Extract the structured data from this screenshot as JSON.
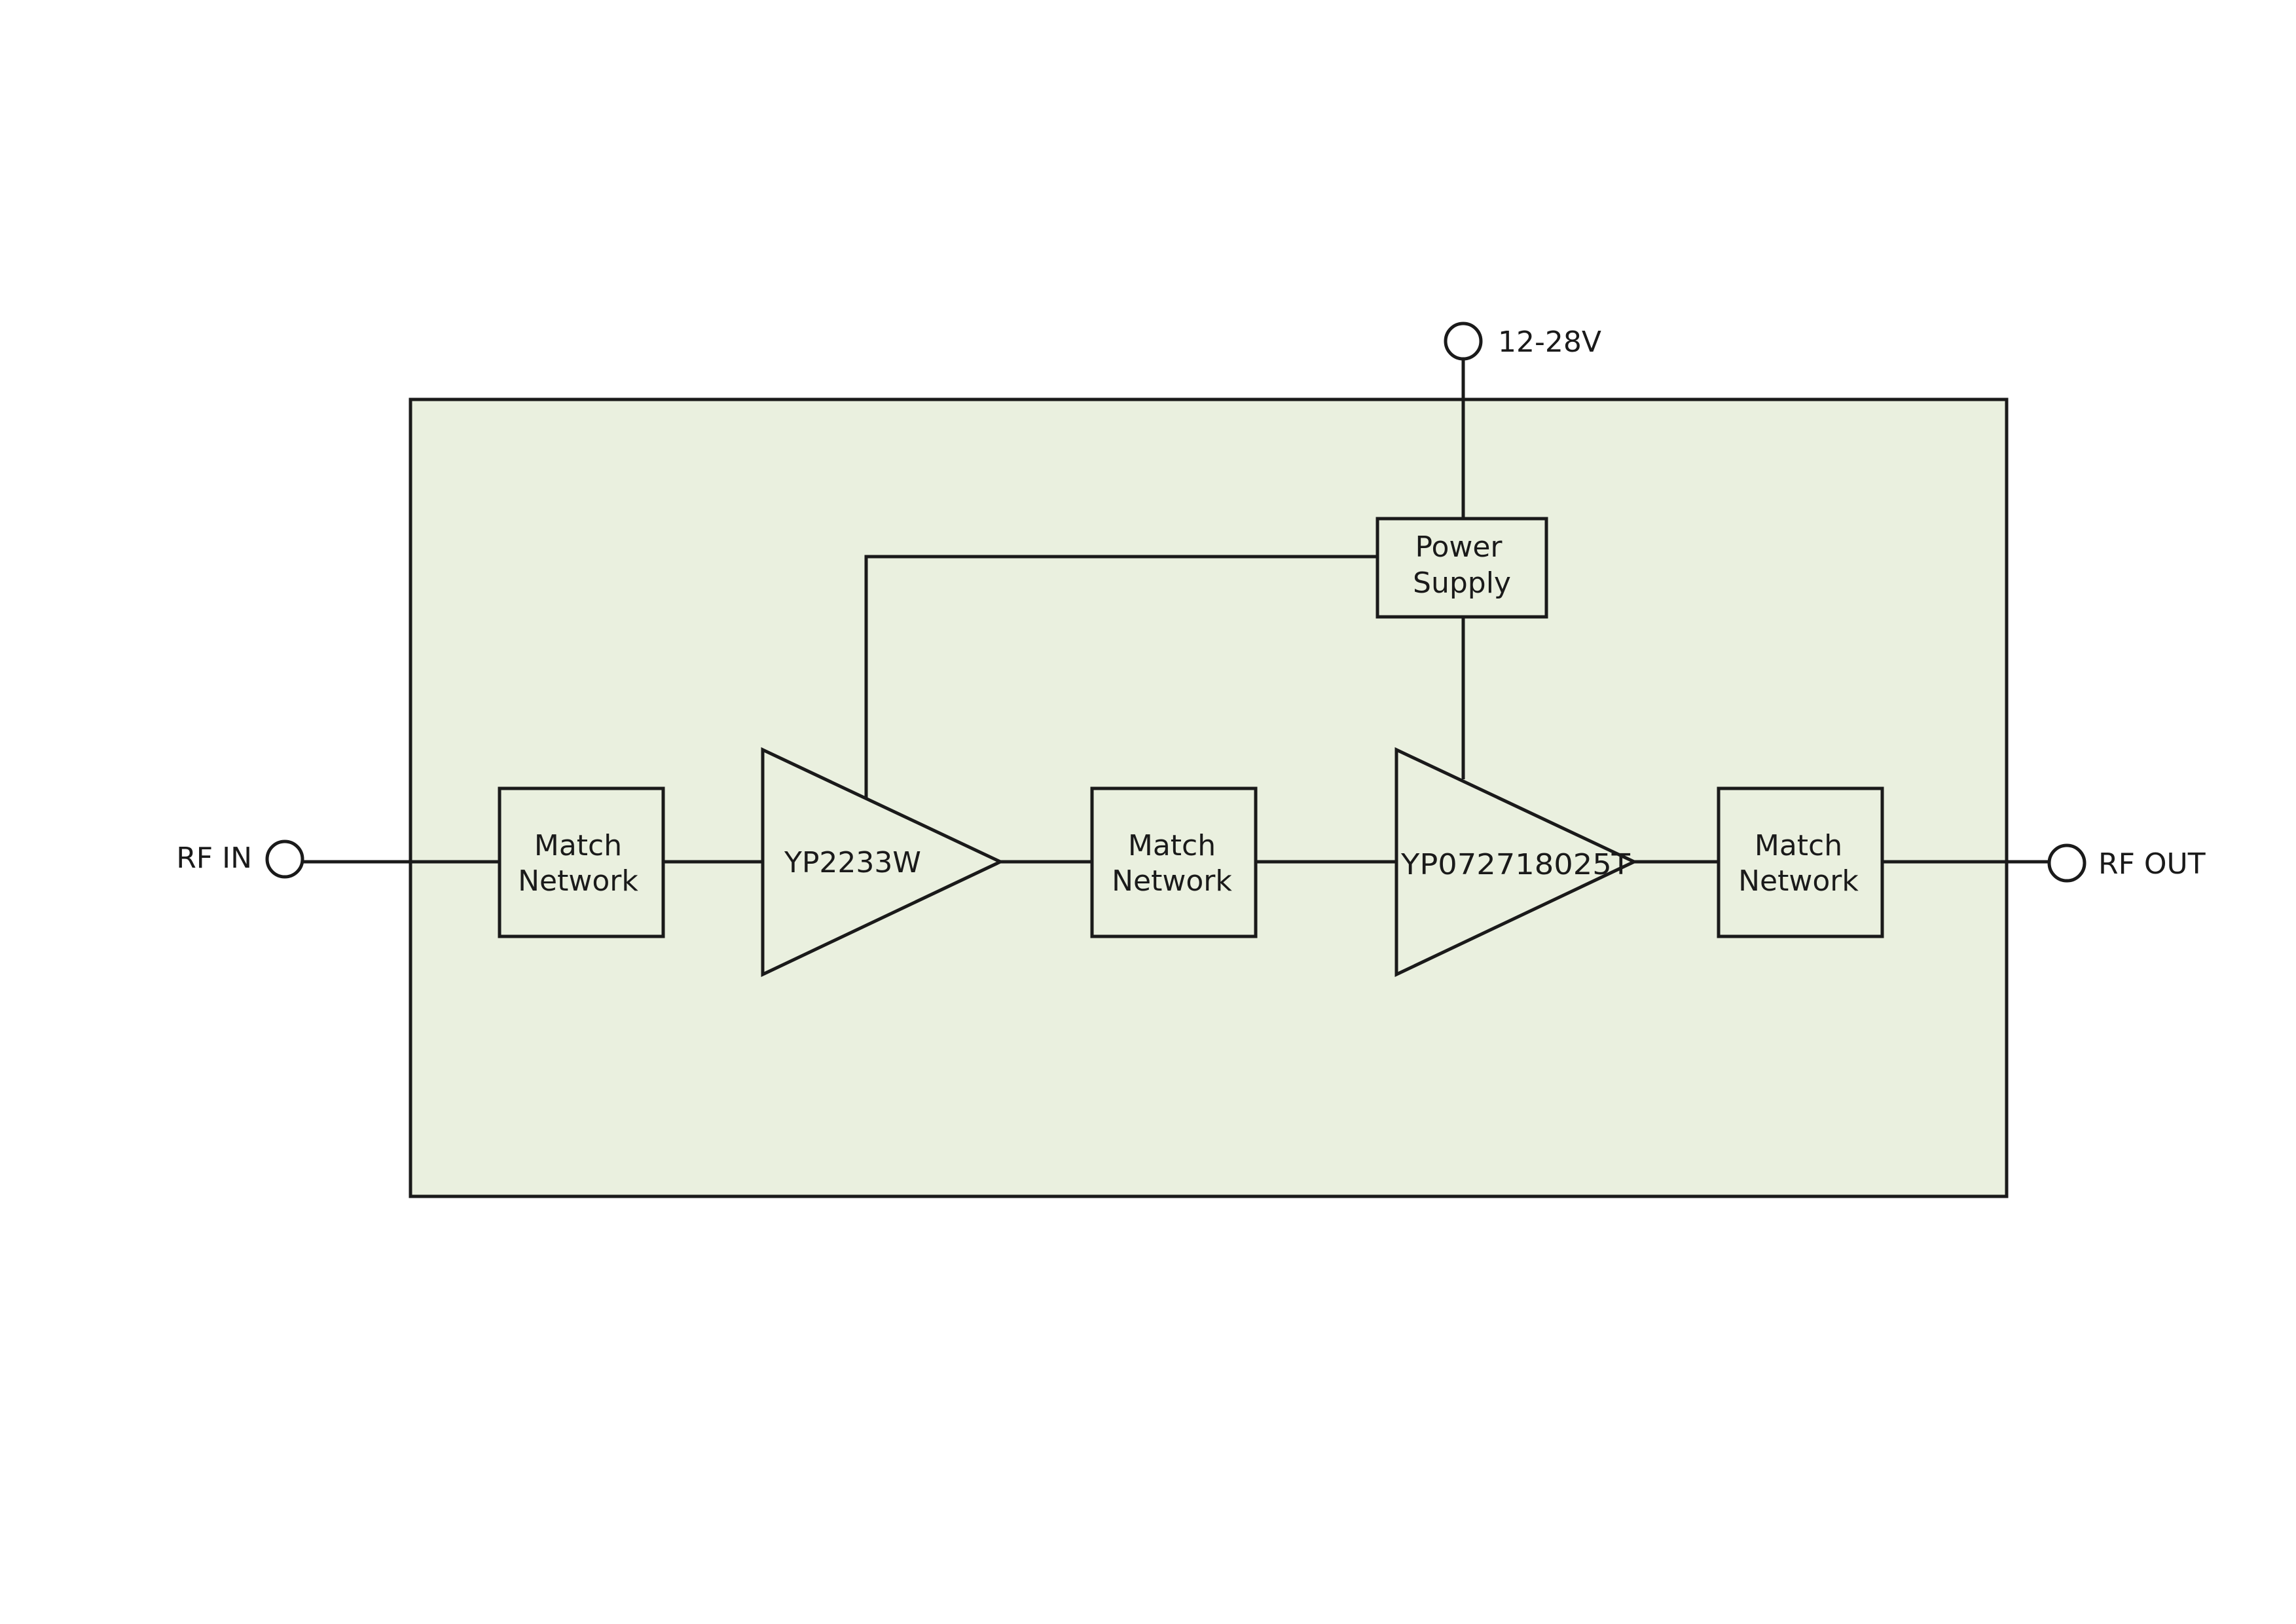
{
  "colors": {
    "module_fill": "#eaf0df",
    "line": "#1a1a1a",
    "background": "#ffffff"
  },
  "terminals": {
    "rf_in": "RF IN",
    "rf_out": "RF OUT",
    "supply": "12-28V"
  },
  "blocks": {
    "power_supply": [
      "Power",
      "Supply"
    ],
    "match_network_1": [
      "Match",
      "Network"
    ],
    "match_network_2": [
      "Match",
      "Network"
    ],
    "match_network_3": [
      "Match",
      "Network"
    ]
  },
  "amplifiers": {
    "stage1": "YP2233W",
    "stage2": "YP072718025T"
  }
}
